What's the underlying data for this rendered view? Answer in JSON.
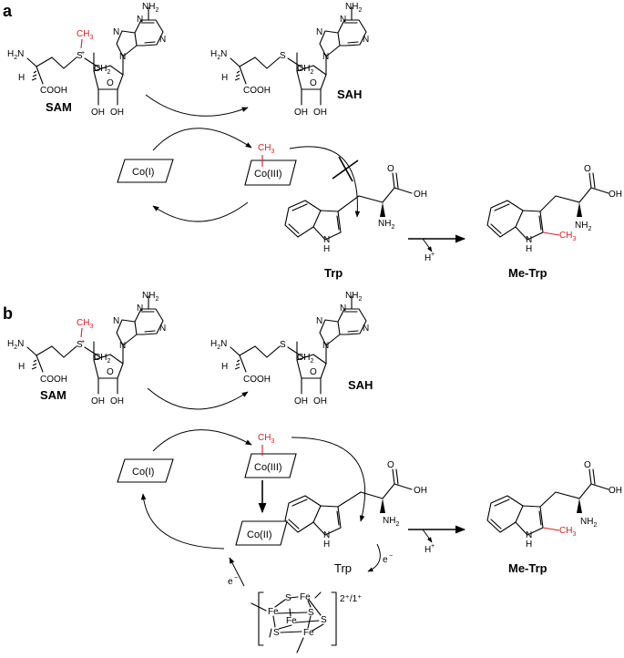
{
  "panels": {
    "a": "a",
    "b": "b"
  },
  "labels": {
    "sam": "SAM",
    "sah": "SAH",
    "trp_a": "Trp",
    "trp_b": "Trp",
    "me_trp": "Me-Trp",
    "co1": "Co(I)",
    "co3": "Co(III)",
    "co2": "Co(II)",
    "proton": "H",
    "proton_sup": "+",
    "electron": "e",
    "electron_sup": "−",
    "cluster_charge": "2⁺/1⁺"
  },
  "atoms": {
    "nh2": "NH",
    "nh2_sub": "2",
    "h2n": "H",
    "h2n_sub": "2",
    "n": "N",
    "h": "H",
    "o": "O",
    "oh": "OH",
    "cooh": "COOH",
    "s": "S",
    "s_plus": "+",
    "ch2": "CH",
    "ch2_sub": "2",
    "ch3": "CH",
    "ch3_sub": "3",
    "fe": "Fe",
    "nh": "N",
    "nh_h": "H"
  },
  "colors": {
    "methyl": "#e02020",
    "ink": "#000000",
    "background": "#ffffff"
  }
}
